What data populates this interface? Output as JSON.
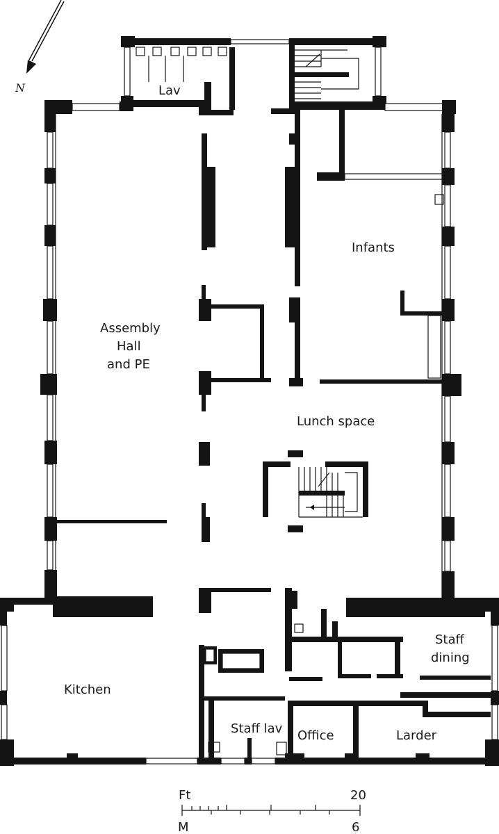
{
  "north": {
    "label": "N"
  },
  "rooms": {
    "lav": "Lav",
    "infants": "Infants",
    "assembly_line1": "Assembly",
    "assembly_line2": "Hall",
    "assembly_line3": "and PE",
    "lunch_space": "Lunch space",
    "staff_dining_line1": "Staff",
    "staff_dining_line2": "dining",
    "kitchen": "Kitchen",
    "staff_lav": "Staff lav",
    "office": "Office",
    "larder": "Larder"
  },
  "scale": {
    "unit_top": "Ft",
    "value_top": "20",
    "unit_bottom": "M",
    "value_bottom": "6"
  }
}
